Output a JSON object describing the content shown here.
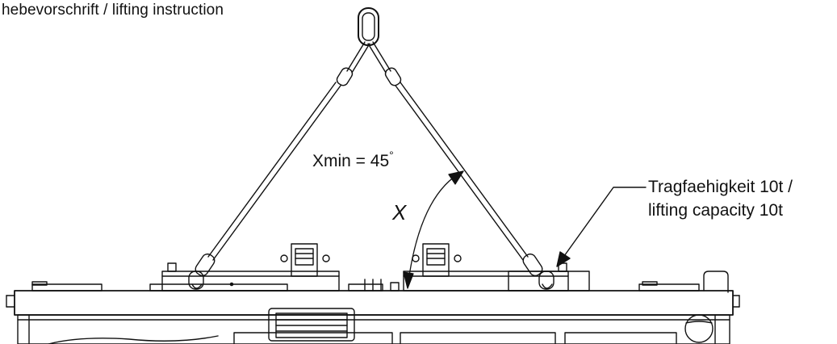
{
  "header": {
    "title": "hebevorschrift / lifting instruction"
  },
  "angle": {
    "label": "Xmin = 45",
    "unit_symbol": "°",
    "marker": "X"
  },
  "capacity": {
    "line1": "Tragfaehigkeit 10t /",
    "line2": "lifting capacity 10t"
  },
  "colors": {
    "stroke": "#111111",
    "background": "#ffffff"
  }
}
